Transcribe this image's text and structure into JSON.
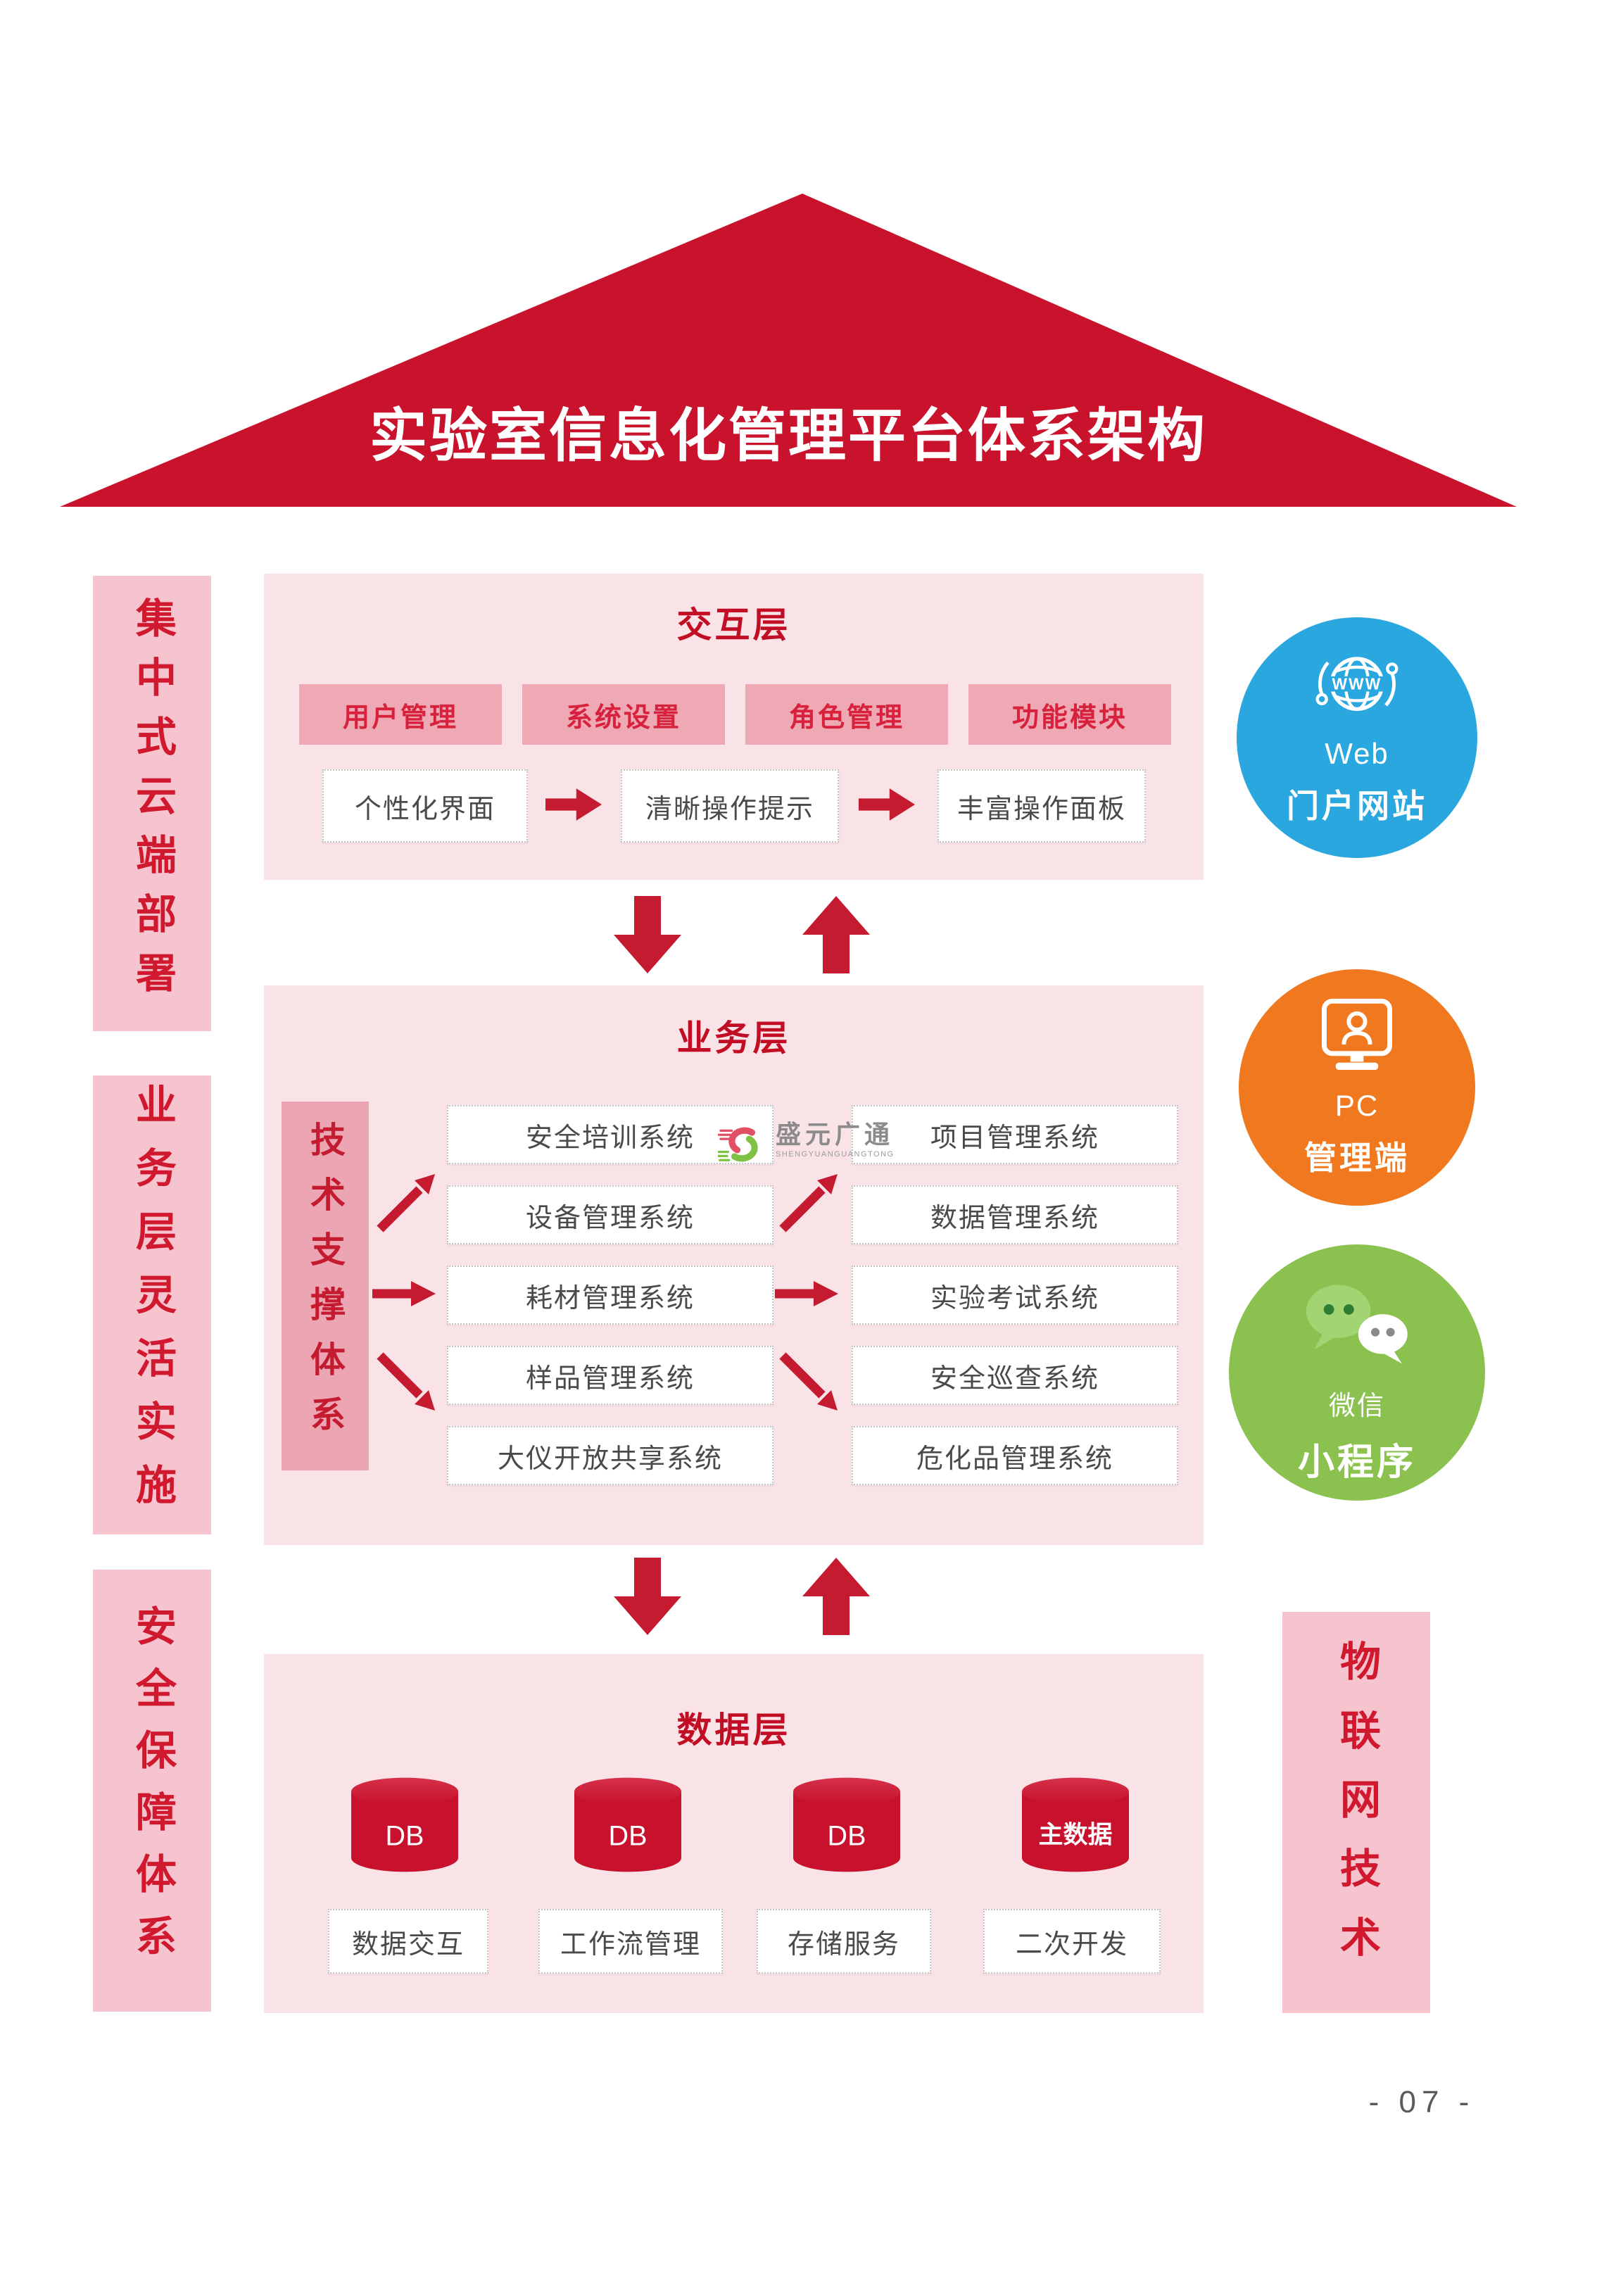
{
  "roof": {
    "title": "实验室信息化管理平台体系架构"
  },
  "side_bars": {
    "left1": "集中式云端部署",
    "left2": "业务层灵活实施",
    "left3": "安全保障体系",
    "right": "物联网技术"
  },
  "interaction_layer": {
    "title": "交互层",
    "modules": [
      "用户管理",
      "系统设置",
      "角色管理",
      "功能模块"
    ],
    "flow": [
      "个性化界面",
      "清晰操作提示",
      "丰富操作面板"
    ]
  },
  "business_layer": {
    "title": "业务层",
    "support_bar": "技术支撑体系",
    "left_systems": [
      "安全培训系统",
      "设备管理系统",
      "耗材管理系统",
      "样品管理系统",
      "大仪开放共享系统"
    ],
    "right_systems": [
      "项目管理系统",
      "数据管理系统",
      "实验考试系统",
      "安全巡查系统",
      "危化品管理系统"
    ]
  },
  "data_layer": {
    "title": "数据层",
    "cylinders": [
      "DB",
      "DB",
      "DB",
      "主数据"
    ],
    "services": [
      "数据交互",
      "工作流管理",
      "存储服务",
      "二次开发"
    ]
  },
  "channels": {
    "web": {
      "line1": "Web",
      "line2": "门户网站",
      "color": "#29A7DE",
      "icon": "www-globe-icon"
    },
    "pc": {
      "line1": "PC",
      "line2": "管理端",
      "color": "#F0781E",
      "icon": "pc-monitor-icon"
    },
    "wechat": {
      "line1": "微信",
      "line2": "小程序",
      "color": "#8BC14F",
      "icon": "wechat-icon"
    }
  },
  "logo": {
    "name": "盛元广通",
    "sub": "SHENGYUANGUANGTONG"
  },
  "page": {
    "number": "- 07 -"
  },
  "colors": {
    "roof_red": "#C9122C",
    "arrow_red": "#C41B31",
    "panel_pink": "#FAE3E7",
    "bar_pink": "#F6C4CE",
    "chip_pink": "#EFA9B5",
    "support_pink": "#ECA5B2",
    "cylinder_red": "#C8112C",
    "heading_red": "#C20E24",
    "box_text_gray": "#4a4a4a"
  }
}
